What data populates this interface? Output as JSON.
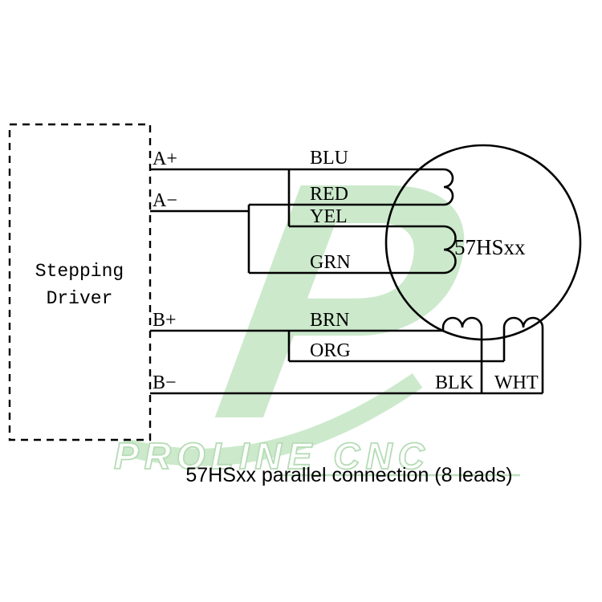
{
  "caption": "57HSxx parallel connection (8 leads)",
  "driver_box": {
    "label_line1": "Stepping",
    "label_line2": "Driver"
  },
  "motor": {
    "label": "57HSxx"
  },
  "terminals": {
    "a_plus": "A+",
    "a_minus": "A−",
    "b_plus": "B+",
    "b_minus": "B−"
  },
  "wire_labels": {
    "blu": "BLU",
    "red": "RED",
    "yel": "YEL",
    "grn": "GRN",
    "brn": "BRN",
    "org": "ORG",
    "blk": "BLK",
    "wht": "WHT"
  },
  "watermark": {
    "letter": "P",
    "text": "PROLINE CNC"
  },
  "colors": {
    "line": "#000000",
    "watermark_green": "#9bd49b"
  }
}
